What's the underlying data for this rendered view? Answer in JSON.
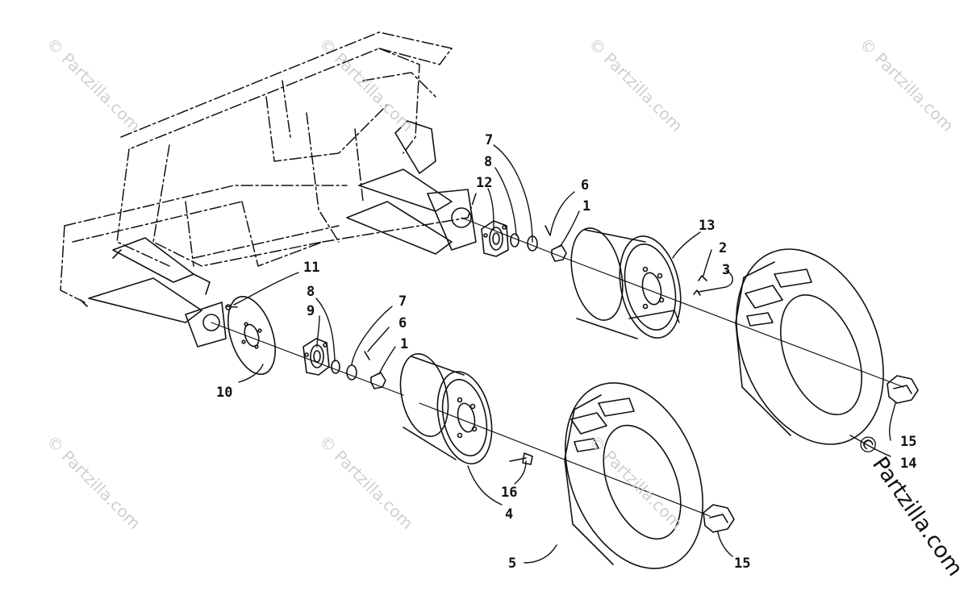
{
  "watermark": {
    "text": "© Partzilla.com"
  },
  "callouts": [
    {
      "id": "c7a",
      "text": "7"
    },
    {
      "id": "c8a",
      "text": "8"
    },
    {
      "id": "c12",
      "text": "12"
    },
    {
      "id": "c6a",
      "text": "6"
    },
    {
      "id": "c1a",
      "text": "1"
    },
    {
      "id": "c13",
      "text": "13"
    },
    {
      "id": "c2",
      "text": "2"
    },
    {
      "id": "c3",
      "text": "3"
    },
    {
      "id": "c11",
      "text": "11"
    },
    {
      "id": "c8b",
      "text": "8"
    },
    {
      "id": "c9",
      "text": "9"
    },
    {
      "id": "c7b",
      "text": "7"
    },
    {
      "id": "c6b",
      "text": "6"
    },
    {
      "id": "c1b",
      "text": "1"
    },
    {
      "id": "c10",
      "text": "10"
    },
    {
      "id": "c16",
      "text": "16"
    },
    {
      "id": "c4",
      "text": "4"
    },
    {
      "id": "c5",
      "text": "5"
    },
    {
      "id": "c15a",
      "text": "15"
    },
    {
      "id": "c15b",
      "text": "15"
    },
    {
      "id": "c14",
      "text": "14"
    }
  ],
  "colors": {
    "line": "#111111",
    "watermark": "#cfcfcf"
  }
}
